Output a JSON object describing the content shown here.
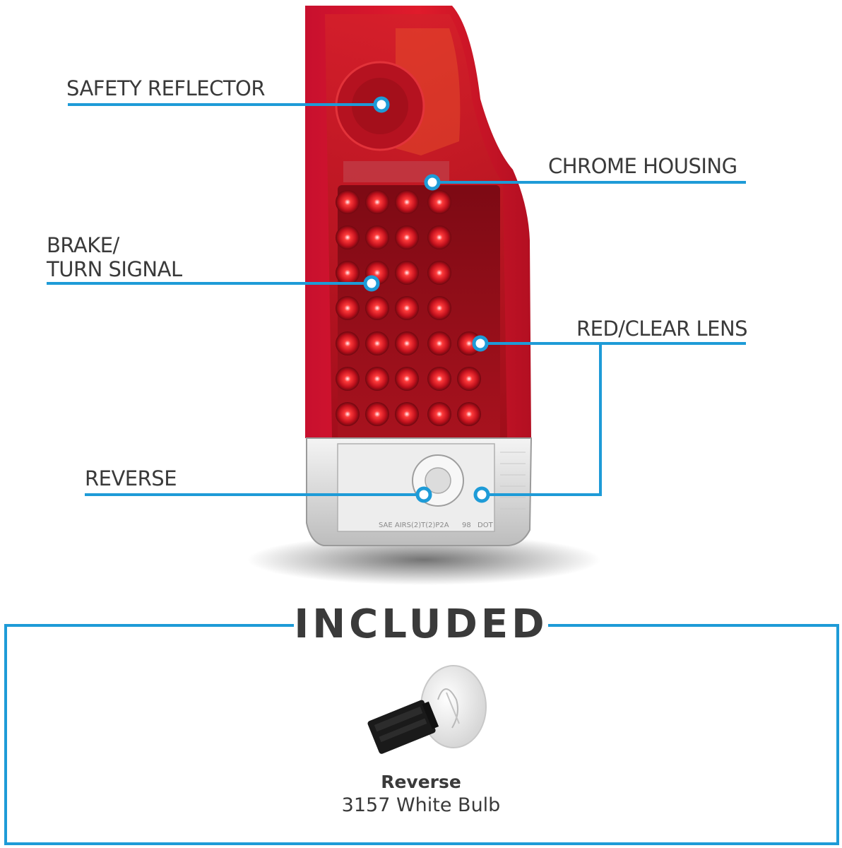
{
  "callouts": {
    "safety_reflector": "SAFETY REFLECTOR",
    "chrome_housing": "CHROME HOUSING",
    "brake_line1": "BRAKE/",
    "brake_line2": "TURN SIGNAL",
    "red_clear_lens": "RED/CLEAR LENS",
    "reverse": "REVERSE"
  },
  "lens_markings": {
    "code": "SAE AIRS(2)T(2)P2A",
    "year": "98",
    "dot": "DOT"
  },
  "included": {
    "title": "INCLUDED",
    "bulb_title": "Reverse",
    "bulb_desc": "3157 White Bulb"
  },
  "colors": {
    "accent": "#1e9bd7",
    "text": "#3a3a3a",
    "lens_red": "#c8102e",
    "lens_red_dark": "#7a0a14",
    "housing_clear": "#e6e6e6"
  }
}
